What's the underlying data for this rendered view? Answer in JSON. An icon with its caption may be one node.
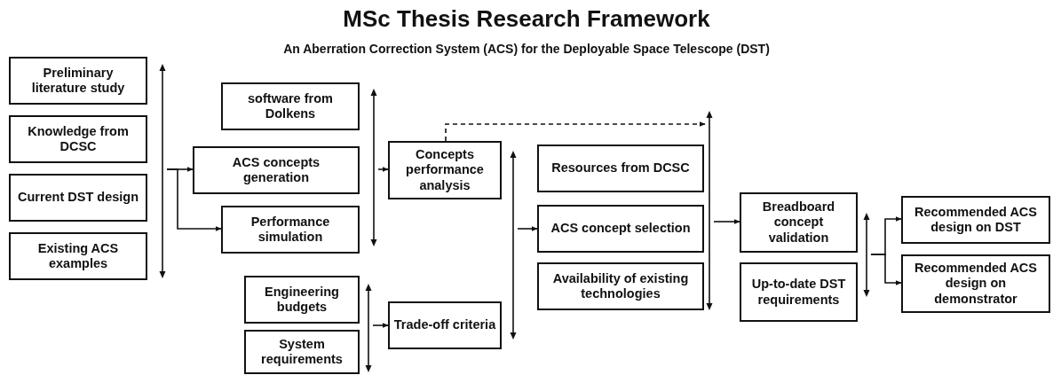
{
  "diagram": {
    "title": "MSc Thesis Research Framework",
    "nodes": [
      {
        "text": [
          "Preliminary literature study"
        ]
      },
      {
        "text": [
          "Knowledge from DCSC"
        ]
      },
      {
        "text": [
          "Current DST design"
        ]
      },
      {
        "text": [
          "Existing ACS examples"
        ]
      },
      {
        "text": [],
        "shape": "bar"
      },
      {
        "text": [
          "software from Dolkens"
        ]
      },
      {
        "text": [
          "ACS concepts generation"
        ]
      },
      {
        "text": [
          "Performance simulation"
        ]
      },
      {
        "text": [],
        "shape": "bar"
      },
      {
        "text": [
          "Concepts performance analysis"
        ]
      },
      {
        "text": [
          "Engineering budgets"
        ]
      },
      {
        "text": [
          "System requirements"
        ]
      },
      {
        "text": [],
        "shape": "bar"
      },
      {
        "text": [
          "Trade-off criteria"
        ]
      },
      {
        "text": [],
        "shape": "bar"
      },
      {
        "text": [
          "Resources from DCSC"
        ]
      },
      {
        "text": [
          "ACS concept selection"
        ]
      },
      {
        "text": [
          "Availability of existing technologies"
        ]
      },
      {
        "text": [],
        "shape": "bar"
      },
      {
        "text": [
          "Breadboard concept validation"
        ]
      },
      {
        "text": [
          "Up-to-date DST requirements"
        ]
      },
      {
        "text": [],
        "shape": "bar"
      },
      {
        "text": [
          "Recommended ACS design on DST"
        ]
      },
      {
        "text": [
          "Recommended ACS design on demonstrator"
        ]
      }
    ],
    "edges": [
      {
        "from": 4,
        "to": 6,
        "arrow": "to"
      },
      {
        "from": 4,
        "to": 7,
        "arrow": "to"
      },
      {
        "from": 8,
        "to": 9,
        "arrow": "to"
      },
      {
        "from": 9,
        "to": 18,
        "arrow": "to",
        "style": "dashed"
      },
      {
        "from": 12,
        "to": 13,
        "arrow": "to"
      },
      {
        "from": 14,
        "to": 16,
        "arrow": "to"
      },
      {
        "from": 18,
        "to": 19,
        "arrow": "to"
      },
      {
        "from": 21,
        "to": 22,
        "arrow": "to"
      },
      {
        "from": 21,
        "to": 23,
        "arrow": "to"
      }
    ],
    "labels": [
      "An Aberration Correction System (ACS) for the Deployable Space Telescope (DST)"
    ]
  }
}
